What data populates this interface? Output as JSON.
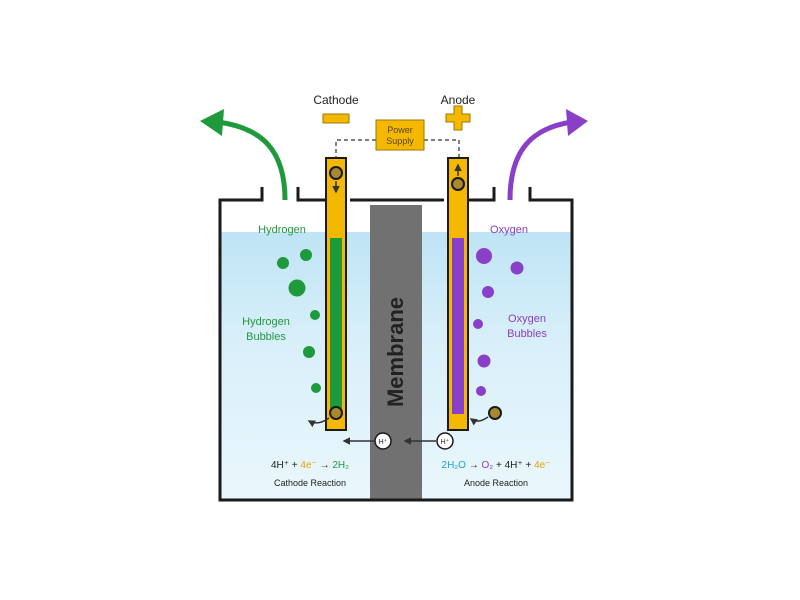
{
  "labels": {
    "cathode": "Cathode",
    "anode": "Anode",
    "power_supply_line1": "Power",
    "power_supply_line2": "Supply",
    "hydrogen": "Hydrogen",
    "oxygen": "Oxygen",
    "hydrogen_bubbles_line1": "Hydrogen",
    "hydrogen_bubbles_line2": "Bubbles",
    "oxygen_bubbles_line1": "Oxygen",
    "oxygen_bubbles_line2": "Bubbles",
    "membrane": "Membrane",
    "minus_sign": "−",
    "plus_sign": "+",
    "proton_ion": "H⁺",
    "cathode_reaction_title": "Cathode Reaction",
    "anode_reaction_title": "Anode Reaction"
  },
  "cathode_equation": {
    "reactant": "4H⁺",
    "plus": " + ",
    "electrons": "4e⁻",
    "arrow": " → ",
    "product": "2H₂"
  },
  "anode_equation": {
    "reactant": "2H₂O",
    "arrow": " → ",
    "product_oxygen": "O₂",
    "plus1": " + ",
    "product_protons": "4H⁺",
    "plus2": " + ",
    "electrons": "4e⁻"
  },
  "colors": {
    "hydrogen": "#1e9a3c",
    "oxygen": "#8a3fc8",
    "electrode": "#f5b800",
    "power_supply": "#f5b800",
    "membrane": "#707070",
    "water_top": "#cde9f6",
    "water_bottom": "#e9f6fc",
    "water_equation": "#1ba3dc"
  },
  "icons": {
    "hydrogen_arrow": "curved-arrow-up-left-icon",
    "oxygen_arrow": "curved-arrow-up-right-icon",
    "electron": "electron-icon",
    "proton": "proton-ion-icon"
  }
}
